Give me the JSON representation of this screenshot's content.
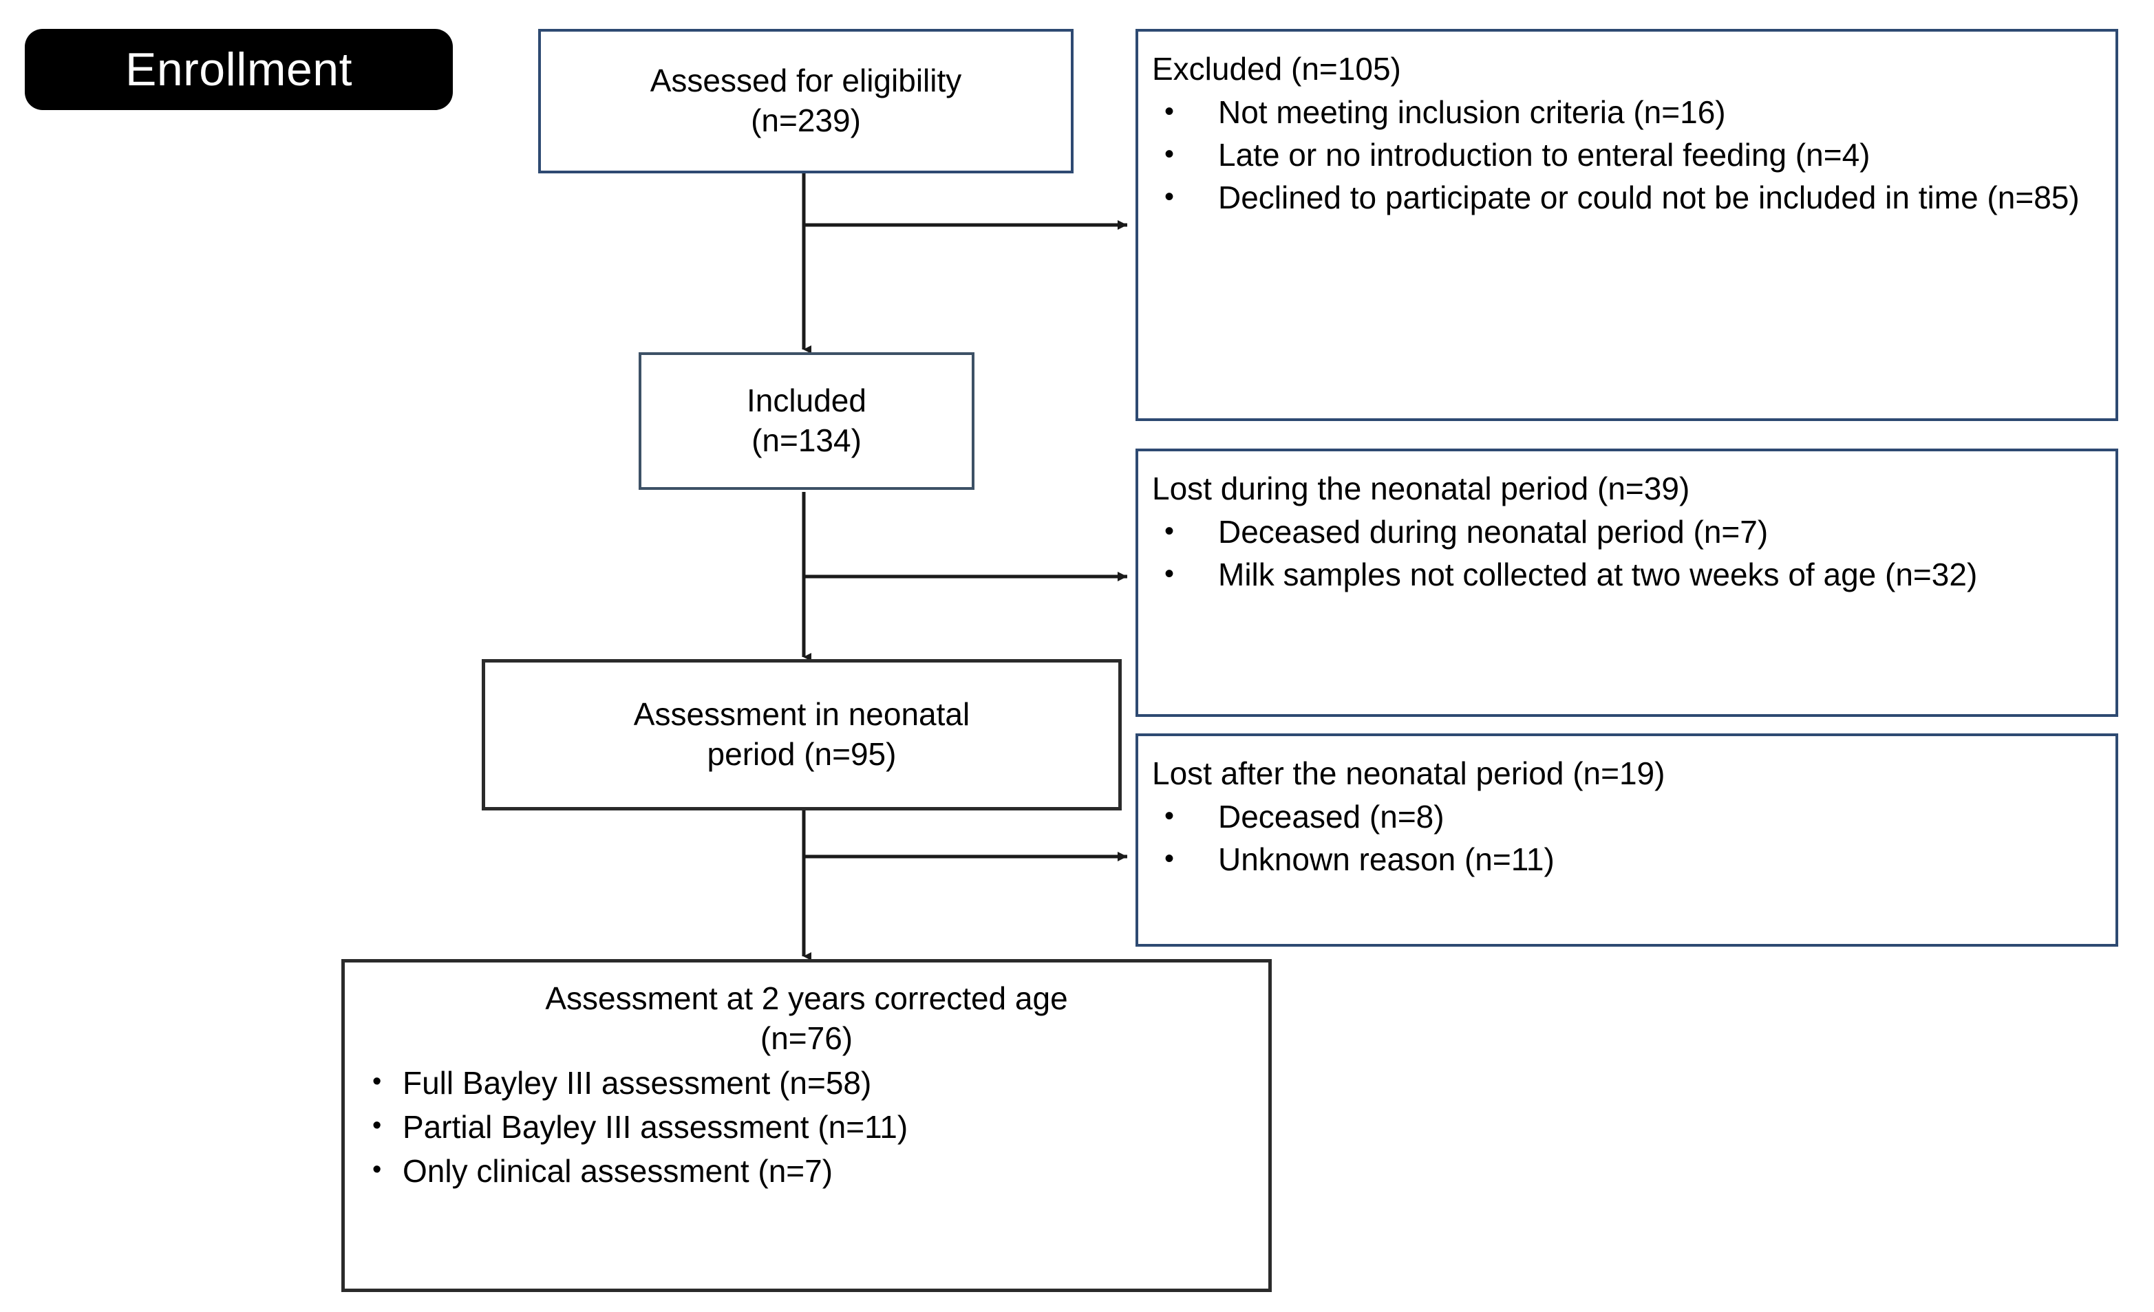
{
  "diagram": {
    "title": "Participant flow diagram",
    "type": "consort-flow",
    "colors": {
      "box_border_blue": "#2e4a72",
      "box_border_steel": "#3d5166",
      "box_border_dark": "#2b2b2b",
      "badge_background": "#000000",
      "badge_text": "#ffffff",
      "connector": "#1a1a1a",
      "page_background": "#ffffff"
    },
    "stage_badge": {
      "label": "Enrollment"
    },
    "bullet_glyph": "•",
    "nodes": {
      "assessed": {
        "line1": "Assessed for eligibility",
        "line2": "(n=239)",
        "count": 239
      },
      "excluded": {
        "heading": "Excluded (n=105)",
        "count": 105,
        "items": [
          "Not meeting inclusion criteria (n=16)",
          "Late or no introduction to enteral feeding (n=4)",
          "Declined to participate or could not be included in time (n=85)"
        ],
        "item_counts": [
          16,
          4,
          85
        ]
      },
      "included": {
        "line1": "Included",
        "line2": "(n=134)",
        "count": 134
      },
      "lost_neonatal": {
        "heading": "Lost during the neonatal period (n=39)",
        "count": 39,
        "items": [
          "Deceased during neonatal period (n=7)",
          "Milk samples not collected at two weeks of age (n=32)"
        ],
        "item_counts": [
          7,
          32
        ]
      },
      "assessment_neonatal": {
        "line1": "Assessment in neonatal",
        "line2": "period (n=95)",
        "count": 95
      },
      "lost_after_neonatal": {
        "heading": "Lost after the neonatal period (n=19)",
        "count": 19,
        "items": [
          "Deceased (n=8)",
          "Unknown reason (n=11)"
        ],
        "item_counts": [
          8,
          11
        ]
      },
      "assessment_2y": {
        "line1": "Assessment at 2 years corrected age",
        "line2": "(n=76)",
        "count": 76,
        "items": [
          "Full Bayley III assessment (n=58)",
          "Partial Bayley III assessment (n=11)",
          "Only clinical assessment (n=7)"
        ],
        "item_counts": [
          58,
          11,
          7
        ]
      }
    }
  }
}
